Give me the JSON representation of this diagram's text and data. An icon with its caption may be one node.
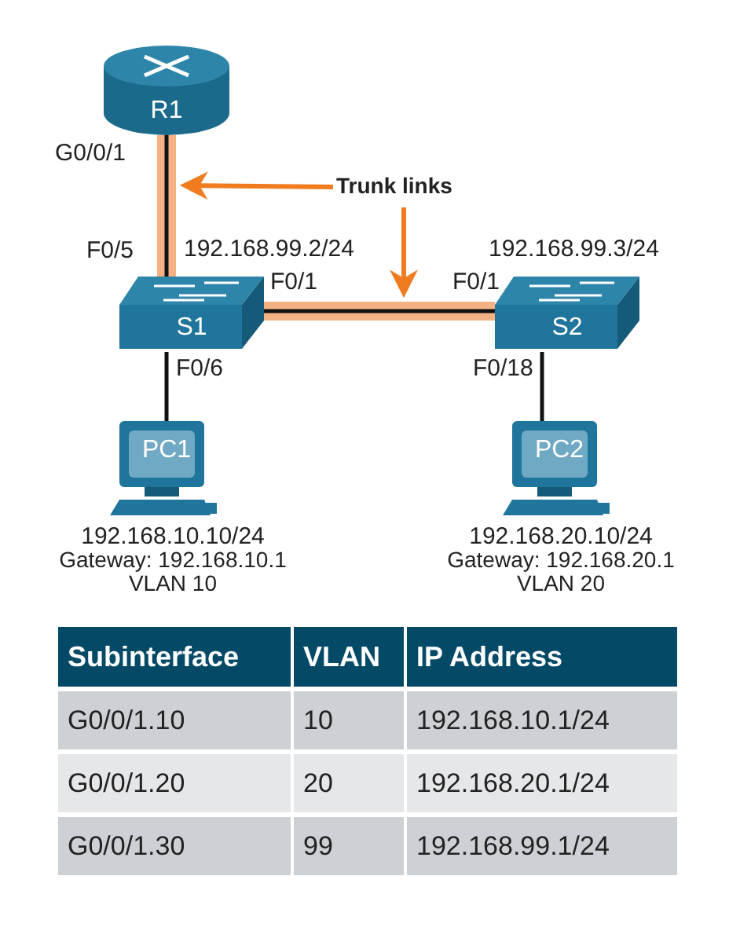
{
  "diagram": {
    "nodes": [
      {
        "text": [
          "R1"
        ]
      },
      {
        "text": [
          "S1"
        ],
        "beside": [
          "192.168.99.2/24"
        ]
      },
      {
        "text": [
          "S2"
        ],
        "beside": [
          "192.168.99.3/24"
        ]
      },
      {
        "text": [
          "PC1"
        ],
        "beside": [
          "192.168.10.10/24",
          "Gateway: 192.168.10.1",
          "VLAN 10"
        ]
      },
      {
        "text": [
          "PC2"
        ],
        "beside": [
          "192.168.20.10/24",
          "Gateway: 192.168.20.1",
          "VLAN 20"
        ]
      },
      {
        "text": [
          "Trunk links"
        ]
      }
    ],
    "edges": [
      {
        "from": 0,
        "to": 1,
        "arrow": "none",
        "style": "thick"
      },
      {
        "from": 1,
        "to": 2,
        "arrow": "none",
        "style": "thick"
      },
      {
        "from": 1,
        "to": 3,
        "arrow": "none",
        "color": "#111111"
      },
      {
        "from": 2,
        "to": 4,
        "arrow": "none",
        "color": "#111111"
      },
      {
        "from": 5,
        "to": null,
        "arrow": "to",
        "color": "#f07c1f"
      },
      {
        "from": 5,
        "to": null,
        "arrow": "to",
        "color": "#f07c1f"
      }
    ],
    "labels": [
      "G0/0/1",
      "F0/5",
      "F0/1",
      "F0/1",
      "F0/6",
      "F0/18",
      "Subinterface",
      "VLAN",
      "IP Address",
      "G0/0/1.10",
      "10",
      "192.168.10.1/24",
      "G0/0/1.20",
      "20",
      "192.168.20.1/24",
      "G0/0/1.30",
      "99",
      "192.168.99.1/24"
    ]
  }
}
